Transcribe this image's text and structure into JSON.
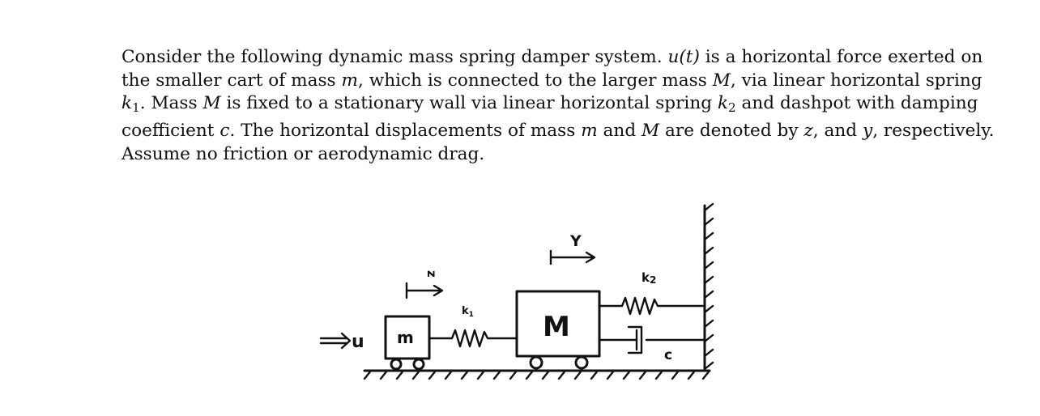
{
  "paragraph": {
    "line1": {
      "a": "Consider the following dynamic mass spring damper system. ",
      "math": "u(t)",
      "b": " is a horizontal force exerted on"
    },
    "line2": {
      "a": "the smaller cart of mass ",
      "m1": "m",
      "b": ", which is connected to the larger mass ",
      "m2": "M",
      "c": ", via linear horizontal spring"
    },
    "line3": {
      "k1": "k",
      "k1_sub": "1",
      "a": ". Mass ",
      "m1": "M",
      "b": " is fixed to a stationary wall via linear horizontal spring ",
      "k2": "k",
      "k2_sub": "2",
      "c": " and dashpot with damping"
    },
    "line4": {
      "a": "coefficient ",
      "m1": "c",
      "b": ". The horizontal displacements of mass ",
      "m2": "m",
      "c": " and ",
      "m3": "M",
      "d": " are denoted by ",
      "m4": "z",
      "e": ", and ",
      "m5": "y",
      "f": ", respectively."
    },
    "line5": "Assume no friction or aerodynamic drag."
  },
  "figure": {
    "labels": {
      "input": "u",
      "small_mass": "m",
      "large_mass": "M",
      "z_disp": "z",
      "y_disp": "Y",
      "spring1": "k1",
      "spring2": "k2",
      "damper": "c"
    }
  }
}
